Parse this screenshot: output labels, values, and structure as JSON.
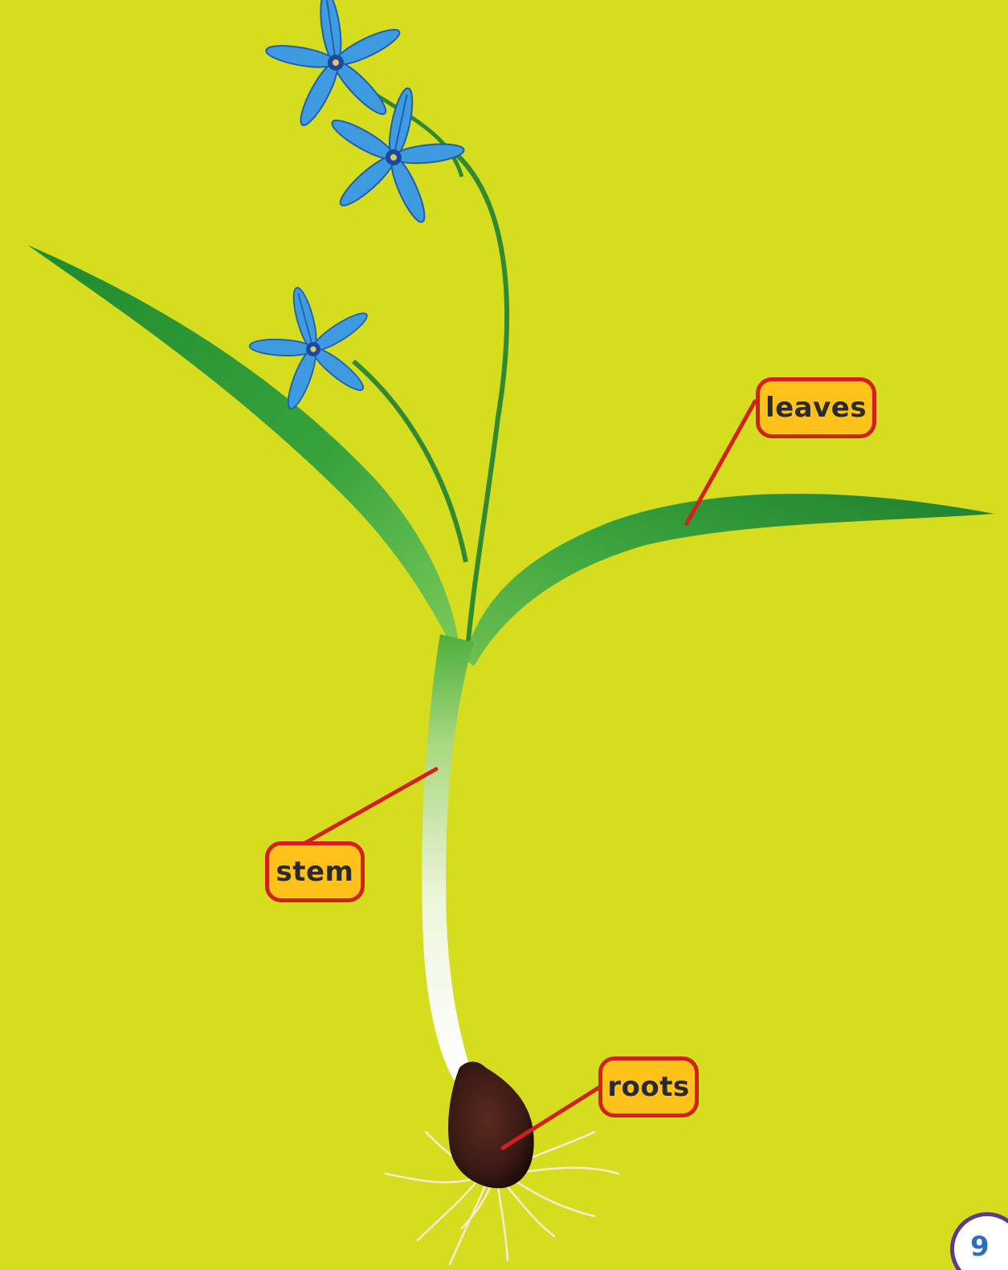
{
  "labels": {
    "leaves": "leaves",
    "stem": "stem",
    "roots": "roots"
  },
  "page_number": "9",
  "colors": {
    "background": "#d6dd1f",
    "label_fill": "#ffc21a",
    "label_border": "#d3201c",
    "leader_line": "#d3201c",
    "leaf_green": "#2e9a3a",
    "flower_blue": "#3f9be0",
    "bulb_brown": "#3a1a14",
    "page_badge_border": "#5a3b8c",
    "page_number_color": "#2b6fb8"
  }
}
